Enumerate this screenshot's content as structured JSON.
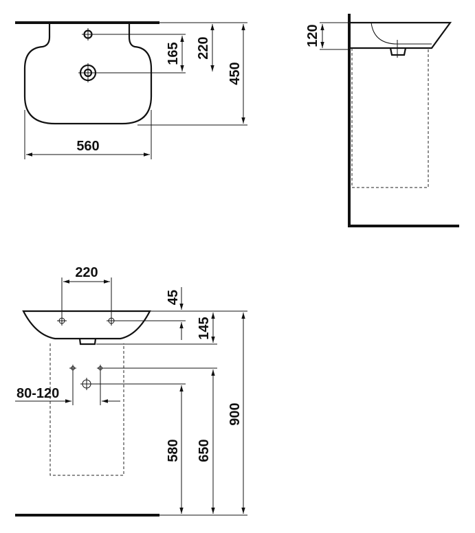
{
  "top_view": {
    "dim_width": "560",
    "dim_tap_165": "165",
    "dim_tap_220": "220",
    "dim_depth_450": "450"
  },
  "side_view": {
    "dim_height_120": "120"
  },
  "front_view": {
    "dim_holes_220": "220",
    "dim_45": "45",
    "dim_145": "145",
    "dim_80_120": "80-120",
    "dim_580": "580",
    "dim_650": "650",
    "dim_900": "900"
  }
}
